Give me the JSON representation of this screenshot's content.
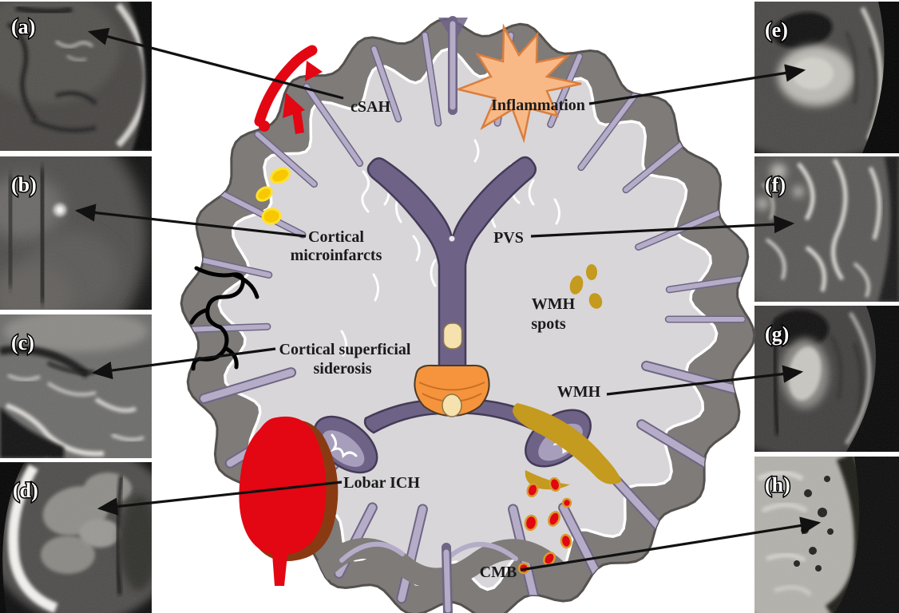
{
  "panels": [
    {
      "id": "a",
      "label": "(a)"
    },
    {
      "id": "b",
      "label": "(b)"
    },
    {
      "id": "c",
      "label": "(c)"
    },
    {
      "id": "d",
      "label": "(d)"
    },
    {
      "id": "e",
      "label": "(e)"
    },
    {
      "id": "f",
      "label": "(f)"
    },
    {
      "id": "g",
      "label": "(g)"
    },
    {
      "id": "h",
      "label": "(h)"
    }
  ],
  "diagram": {
    "labels": {
      "csah": "cSAH",
      "inflammation": "Inflammation",
      "cortical_microinfarcts_line1": "Cortical",
      "cortical_microinfarcts_line2": "microinfarcts",
      "pvs": "PVS",
      "wmh_spots_line1": "WMH",
      "wmh_spots_line2": "spots",
      "cortical_superficial_siderosis_line1": "Cortical superficial",
      "cortical_superficial_siderosis_line2": "siderosis",
      "wmh": "WMH",
      "lobar_ich": "Lobar ICH",
      "cmb": "CMB"
    }
  },
  "colors": {
    "cortex": "#7e7b79",
    "cortex_edge": "#55514e",
    "wm": "#d8d6d8",
    "sulci": "#b5adc8",
    "sulci_edge": "#6f6585",
    "ventricle": "#6e6387",
    "ventricle_edge": "#443b58",
    "ventricle_light": "#a79ebc",
    "cream": "#f6e2ae",
    "cream_edge": "#8a7648",
    "orange": "#f5943d",
    "inflam_fill": "#f8b987",
    "inflam_edge": "#d97e3e",
    "red": "#e30613",
    "ich_rim": "#8a3a12",
    "yellow": "#f7c800",
    "ochre": "#c49a1f",
    "cmb_rim": "#d89a2b",
    "arrow": "#111111",
    "label": "#1a1a1a",
    "background": "#ffffff"
  }
}
